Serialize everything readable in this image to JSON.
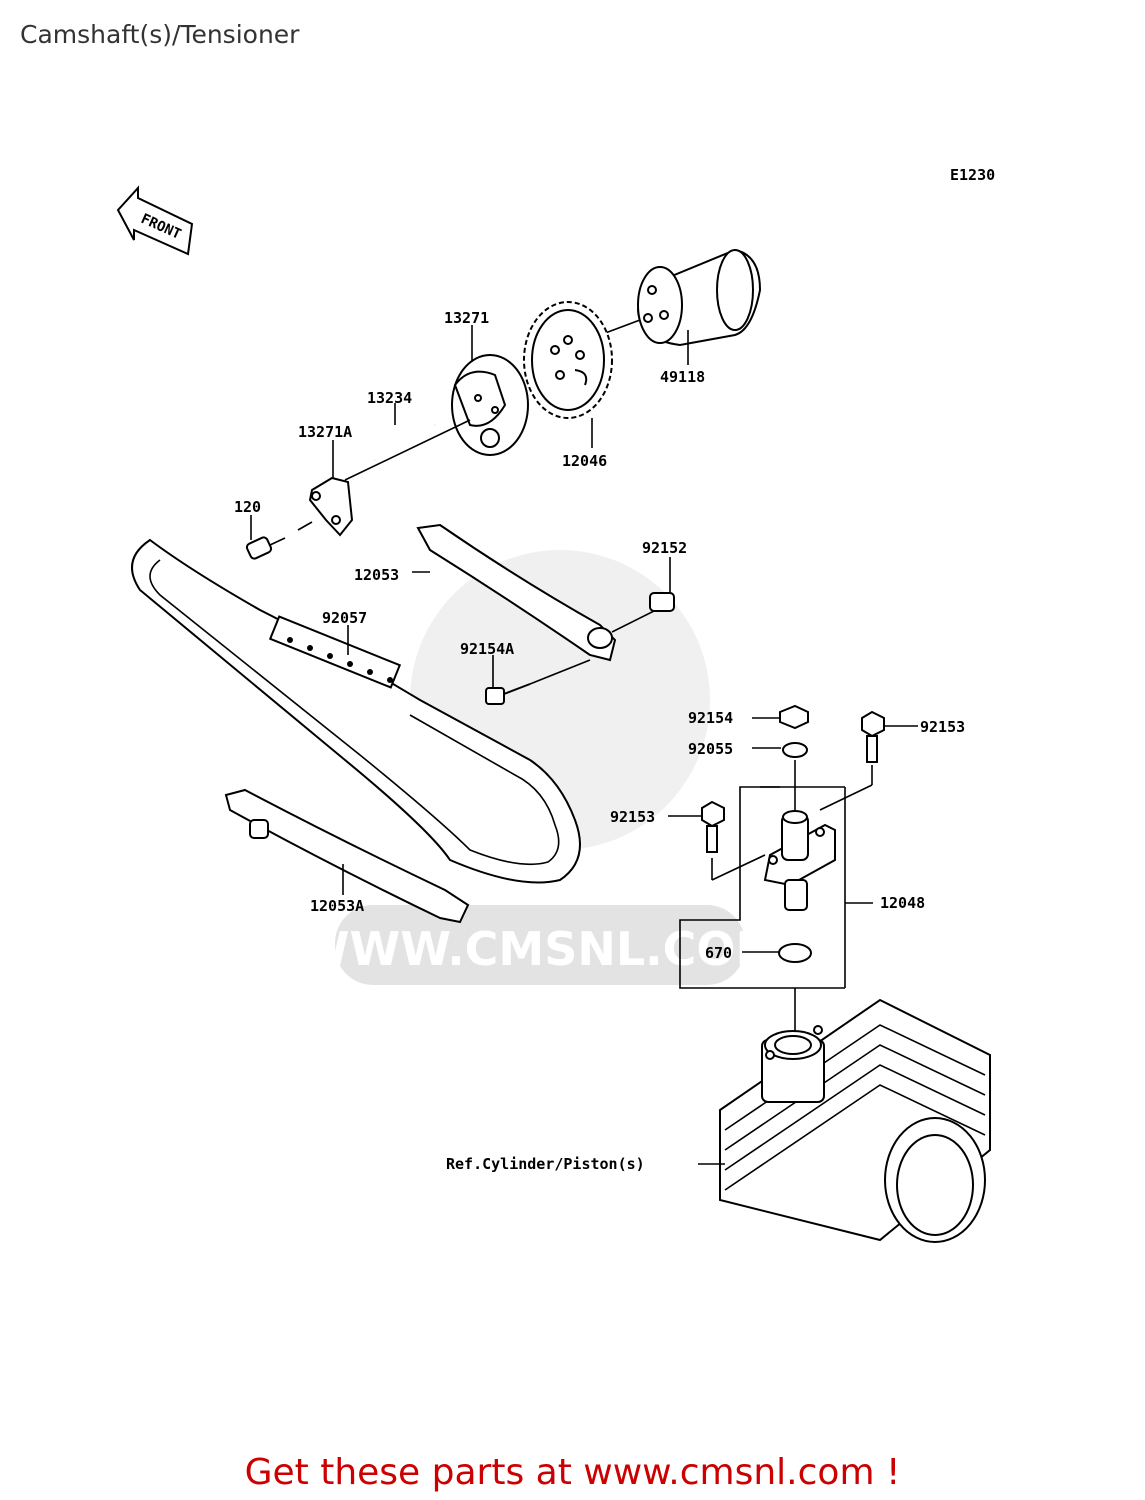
{
  "page": {
    "title": "Camshaft(s)/Tensioner",
    "promo_text": "Get these parts at www.cmsnl.com !"
  },
  "diagram": {
    "code": "E1230",
    "front_label": "FRONT",
    "watermark": "WWW.CMSNL.COM",
    "callouts": {
      "c13271": "13271",
      "c49118": "49118",
      "c13234": "13234",
      "c13271A": "13271A",
      "c12046": "12046",
      "c120": "120",
      "c92152": "92152",
      "c12053": "12053",
      "c92057": "92057",
      "c92154A": "92154A",
      "c92154": "92154",
      "c92153a": "92153",
      "c92055": "92055",
      "c92153b": "92153",
      "c12048": "12048",
      "c12053A": "12053A",
      "c670": "670",
      "ref_cylinder": "Ref.Cylinder/Piston(s)"
    }
  },
  "colors": {
    "promo": "#cc0000",
    "title": "#333333",
    "watermark": "#e3e3e3"
  }
}
